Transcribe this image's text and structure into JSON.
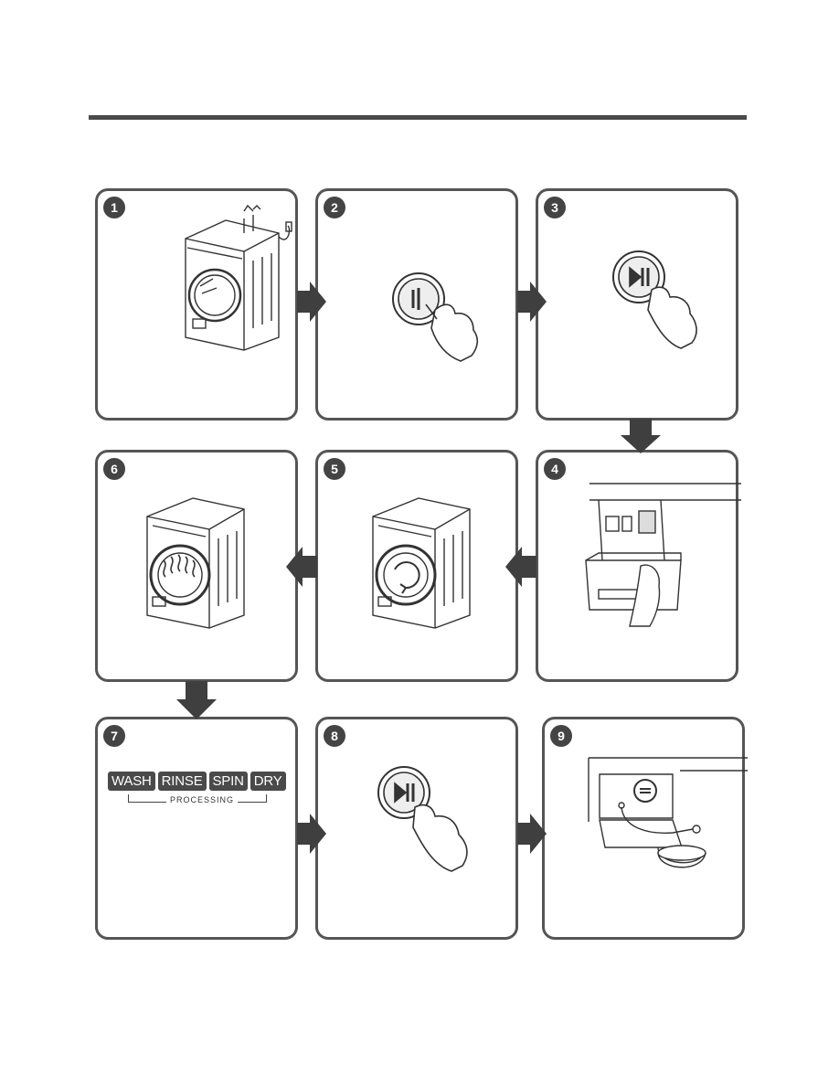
{
  "steps": [
    {
      "number": "1",
      "icon": "washer-connected-icon"
    },
    {
      "number": "2",
      "icon": "power-button-press-icon"
    },
    {
      "number": "3",
      "icon": "start-pause-press-icon"
    },
    {
      "number": "4",
      "icon": "detergent-drawer-icon"
    },
    {
      "number": "5",
      "icon": "washer-rotate-icon"
    },
    {
      "number": "6",
      "icon": "washer-water-icon"
    },
    {
      "number": "7",
      "icon": "cycle-progress-icon"
    },
    {
      "number": "8",
      "icon": "start-pause-press-icon"
    },
    {
      "number": "9",
      "icon": "drain-filter-icon"
    }
  ],
  "cycle_stages": [
    "WASH",
    "RINSE",
    "SPIN",
    "DRY"
  ],
  "processing_label": "PROCESSING",
  "colors": {
    "border": "#555555",
    "dark": "#444444",
    "arrow": "#3f3f3f"
  }
}
